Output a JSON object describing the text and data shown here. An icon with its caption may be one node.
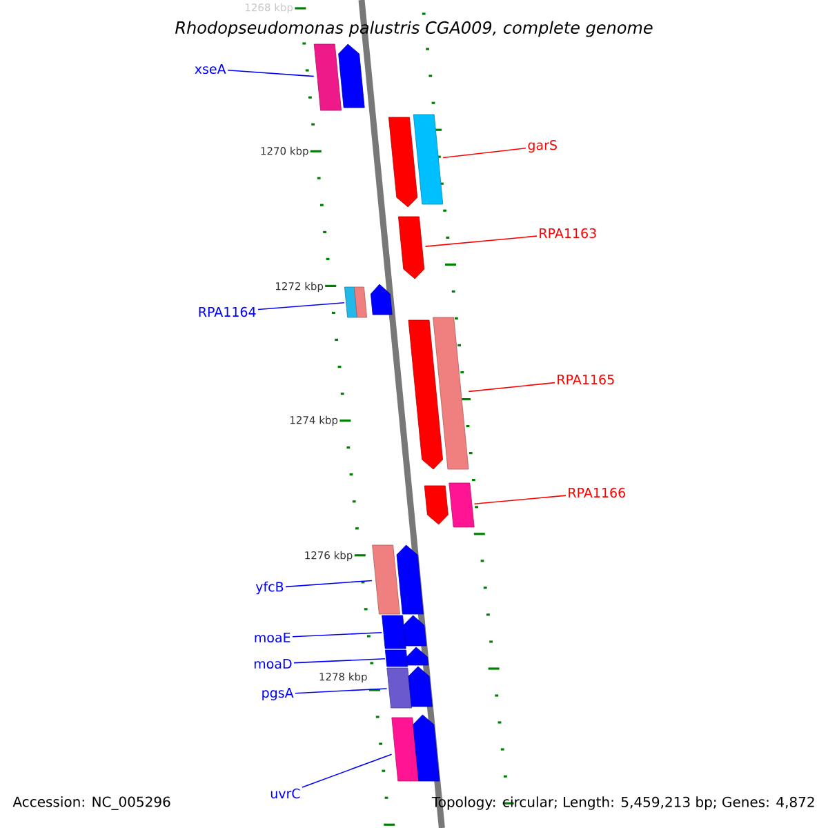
{
  "diagram": {
    "title": "Rhodopseudomonas palustris CGA009, complete genome",
    "nodes": [
      {
        "text": [
          "xseA"
        ]
      },
      {
        "text": [],
        "shape": "bar"
      },
      {
        "text": [
          "garS"
        ]
      },
      {
        "text": [],
        "shape": "bar"
      },
      {
        "text": [
          "RPA1163"
        ]
      },
      {
        "text": [],
        "shape": "bar"
      },
      {
        "text": [
          "RPA1164"
        ]
      },
      {
        "text": [],
        "shape": "bar"
      },
      {
        "text": [
          "RPA1165"
        ]
      },
      {
        "text": [],
        "shape": "bar"
      },
      {
        "text": [
          "RPA1166"
        ]
      },
      {
        "text": [],
        "shape": "bar"
      },
      {
        "text": [
          "yfcB"
        ]
      },
      {
        "text": [],
        "shape": "bar"
      },
      {
        "text": [
          "moaE"
        ]
      },
      {
        "text": [],
        "shape": "bar"
      },
      {
        "text": [
          "moaD"
        ]
      },
      {
        "text": [],
        "shape": "bar"
      },
      {
        "text": [
          "pgsA"
        ]
      },
      {
        "text": [],
        "shape": "bar"
      },
      {
        "text": [
          "uvrC"
        ]
      },
      {
        "text": [],
        "shape": "bar"
      },
      {
        "text": [],
        "shape": "bar"
      },
      {
        "text": [],
        "shape": "bar"
      },
      {
        "text": [],
        "shape": "bar"
      },
      {
        "text": [],
        "shape": "bar"
      },
      {
        "text": [],
        "shape": "bar"
      },
      {
        "text": [],
        "shape": "bar"
      },
      {
        "text": [],
        "shape": "bar"
      },
      {
        "text": [],
        "shape": "bar"
      },
      {
        "text": [],
        "shape": "bar"
      },
      {
        "text": [],
        "shape": "bar"
      },
      {
        "text": [],
        "shape": "bar"
      }
    ],
    "edges": [
      {
        "from": 0,
        "to": 1,
        "arrow": "none"
      },
      {
        "from": 2,
        "to": 3,
        "arrow": "none",
        "color": "#ff0000"
      },
      {
        "from": 4,
        "to": 5,
        "arrow": "none",
        "color": "#ff0000"
      },
      {
        "from": 6,
        "to": 7,
        "arrow": "none"
      },
      {
        "from": 8,
        "to": 9,
        "arrow": "none",
        "color": "#ff0000"
      },
      {
        "from": 10,
        "to": 11,
        "arrow": "none",
        "color": "#ff0000"
      },
      {
        "from": 12,
        "to": 13,
        "arrow": "none"
      },
      {
        "from": 14,
        "to": 15,
        "arrow": "none"
      },
      {
        "from": 16,
        "to": 17,
        "arrow": "none"
      },
      {
        "from": 18,
        "to": 19,
        "arrow": "none"
      },
      {
        "from": 20,
        "to": 21,
        "arrow": "none"
      }
    ],
    "labels": [
      "1268 kbp",
      "1270 kbp",
      "1272 kbp",
      "1274 kbp",
      "1276 kbp",
      "1278 kbp",
      "Accession: NC_005296",
      "Topology: circular; Length: 5,459,213 bp; Genes: 4,872"
    ]
  }
}
